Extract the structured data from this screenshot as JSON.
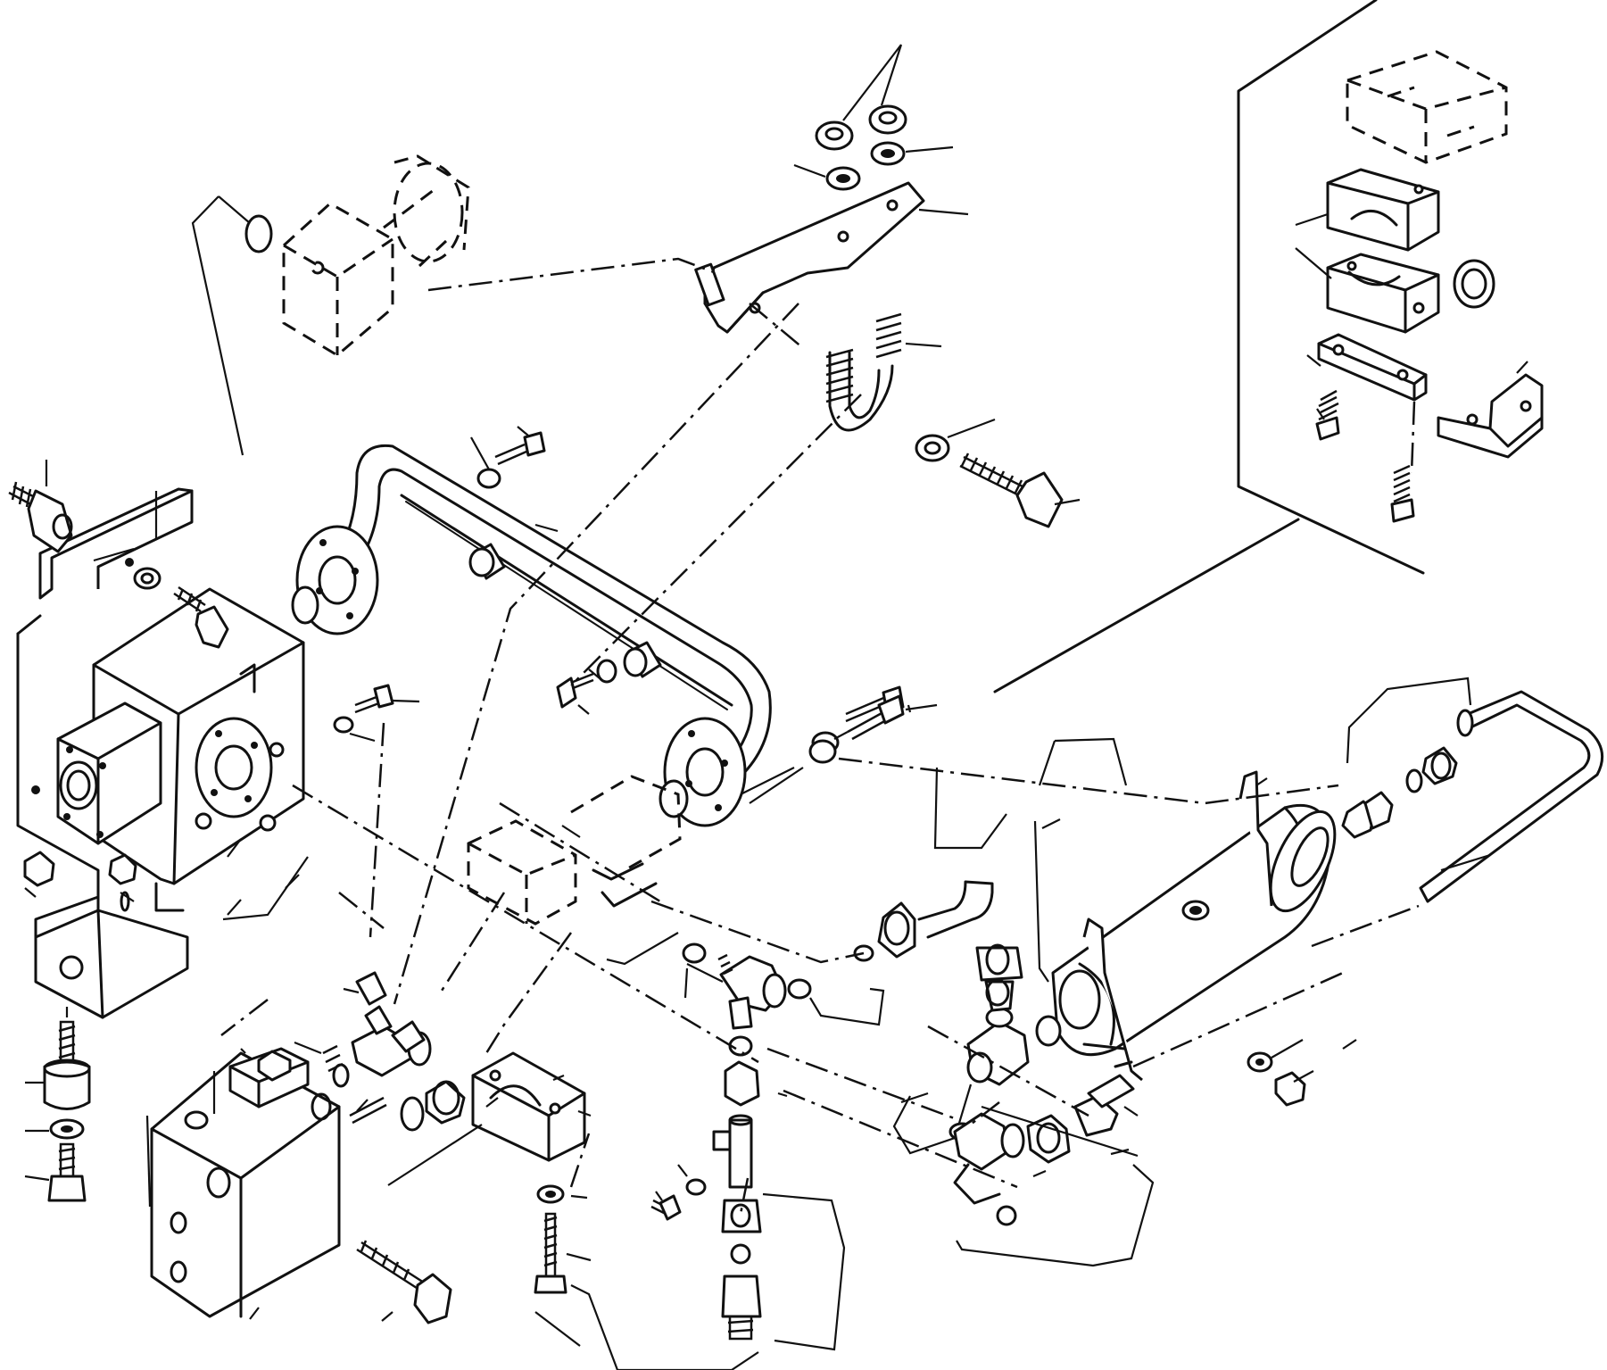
{
  "figure": {
    "kind": "exploded-parts-diagram",
    "callout_labels_printed": false
  },
  "colors": {
    "ink": "#111111",
    "paper": "#ffffff"
  },
  "parts": [
    {
      "name": "mounting-bracket-left"
    },
    {
      "name": "valve-block-top"
    },
    {
      "name": "flanged-pipe"
    },
    {
      "name": "u-bolt"
    },
    {
      "name": "clamp-bar"
    },
    {
      "name": "pipe-clamp-inset"
    },
    {
      "name": "hydraulic-cylinder"
    },
    {
      "name": "return-pipe"
    },
    {
      "name": "valve-block-bottom"
    },
    {
      "name": "split-clamp"
    },
    {
      "name": "tee-fitting"
    },
    {
      "name": "elbow-fittings"
    },
    {
      "name": "fasteners"
    }
  ]
}
